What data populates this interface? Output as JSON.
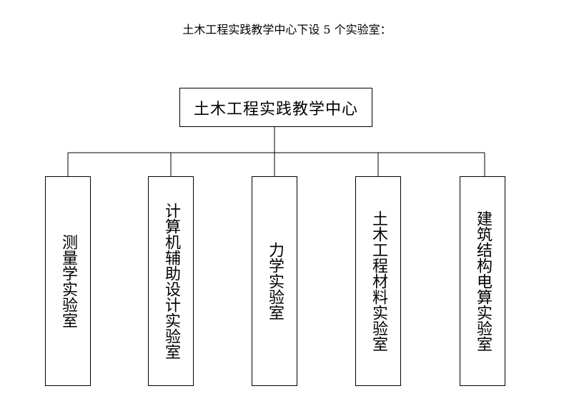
{
  "caption": "土木工程实践教学中心下设 5 个实验室：",
  "root": {
    "label": "土木工程实践教学中心"
  },
  "labs": [
    {
      "label": "测量学实验室"
    },
    {
      "label": "计算机辅助设计实验室"
    },
    {
      "label": "力学实验室"
    },
    {
      "label": "土木工程材料实验室"
    },
    {
      "label": "建筑结构电算实验室"
    }
  ]
}
